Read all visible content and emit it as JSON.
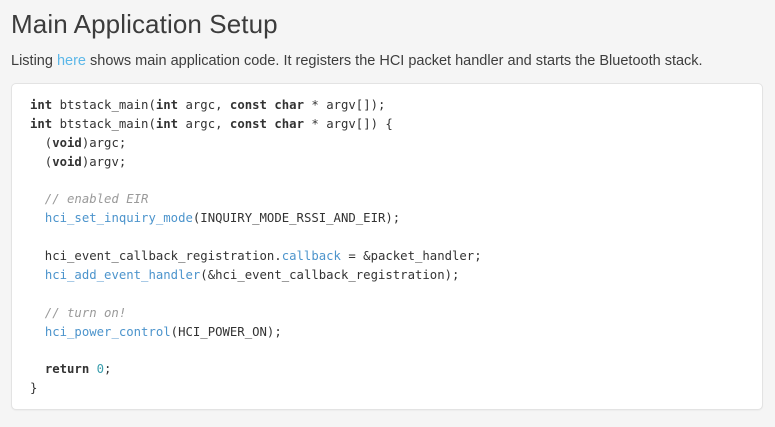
{
  "page": {
    "title": "Main Application Setup",
    "background_color": "#f5f5f5"
  },
  "intro": {
    "text_before_link": "Listing ",
    "link_label": "here",
    "link_color": "#5bb7e8",
    "text_after_link": " shows main application code. It registers the HCI packet handler and starts the Bluetooth stack."
  },
  "code_block": {
    "language": "c",
    "background_color": "#ffffff",
    "border_color": "#e3e3e3",
    "colors": {
      "keyword": "#333333",
      "function": "#4c94cc",
      "property": "#4c94cc",
      "comment": "#9a9a9a",
      "number": "#3a9ead",
      "plain": "#333333"
    },
    "lines": [
      {
        "id": "line-1",
        "tokens": [
          {
            "t": "int",
            "k": "kw"
          },
          {
            "t": " btstack_main(",
            "k": "plain"
          },
          {
            "t": "int",
            "k": "kw"
          },
          {
            "t": " argc, ",
            "k": "plain"
          },
          {
            "t": "const",
            "k": "kw"
          },
          {
            "t": " ",
            "k": "plain"
          },
          {
            "t": "char",
            "k": "kw"
          },
          {
            "t": " * argv[]);",
            "k": "plain"
          }
        ]
      },
      {
        "id": "line-2",
        "tokens": [
          {
            "t": "int",
            "k": "kw"
          },
          {
            "t": " btstack_main(",
            "k": "plain"
          },
          {
            "t": "int",
            "k": "kw"
          },
          {
            "t": " argc, ",
            "k": "plain"
          },
          {
            "t": "const",
            "k": "kw"
          },
          {
            "t": " ",
            "k": "plain"
          },
          {
            "t": "char",
            "k": "kw"
          },
          {
            "t": " * argv[]) {",
            "k": "plain"
          }
        ]
      },
      {
        "id": "line-3",
        "tokens": [
          {
            "t": "  (",
            "k": "plain"
          },
          {
            "t": "void",
            "k": "kw"
          },
          {
            "t": ")argc;",
            "k": "plain"
          }
        ]
      },
      {
        "id": "line-4",
        "tokens": [
          {
            "t": "  (",
            "k": "plain"
          },
          {
            "t": "void",
            "k": "kw"
          },
          {
            "t": ")argv;",
            "k": "plain"
          }
        ]
      },
      {
        "id": "line-5",
        "tokens": []
      },
      {
        "id": "line-6",
        "tokens": [
          {
            "t": "  // enabled EIR",
            "k": "com"
          }
        ]
      },
      {
        "id": "line-7",
        "tokens": [
          {
            "t": "  ",
            "k": "plain"
          },
          {
            "t": "hci_set_inquiry_mode",
            "k": "fn"
          },
          {
            "t": "(INQUIRY_MODE_RSSI_AND_EIR);",
            "k": "plain"
          }
        ]
      },
      {
        "id": "line-8",
        "tokens": []
      },
      {
        "id": "line-9",
        "tokens": [
          {
            "t": "  hci_event_callback_registration.",
            "k": "plain"
          },
          {
            "t": "callback",
            "k": "prop"
          },
          {
            "t": " = &packet_handler;",
            "k": "plain"
          }
        ]
      },
      {
        "id": "line-10",
        "tokens": [
          {
            "t": "  ",
            "k": "plain"
          },
          {
            "t": "hci_add_event_handler",
            "k": "fn"
          },
          {
            "t": "(&hci_event_callback_registration);",
            "k": "plain"
          }
        ]
      },
      {
        "id": "line-11",
        "tokens": []
      },
      {
        "id": "line-12",
        "tokens": [
          {
            "t": "  // turn on!",
            "k": "com"
          }
        ]
      },
      {
        "id": "line-13",
        "tokens": [
          {
            "t": "  ",
            "k": "plain"
          },
          {
            "t": "hci_power_control",
            "k": "fn"
          },
          {
            "t": "(HCI_POWER_ON);",
            "k": "plain"
          }
        ]
      },
      {
        "id": "line-14",
        "tokens": []
      },
      {
        "id": "line-15",
        "tokens": [
          {
            "t": "  ",
            "k": "plain"
          },
          {
            "t": "return",
            "k": "kw"
          },
          {
            "t": " ",
            "k": "plain"
          },
          {
            "t": "0",
            "k": "num"
          },
          {
            "t": ";",
            "k": "plain"
          }
        ]
      },
      {
        "id": "line-16",
        "tokens": [
          {
            "t": "}",
            "k": "plain"
          }
        ]
      }
    ]
  }
}
